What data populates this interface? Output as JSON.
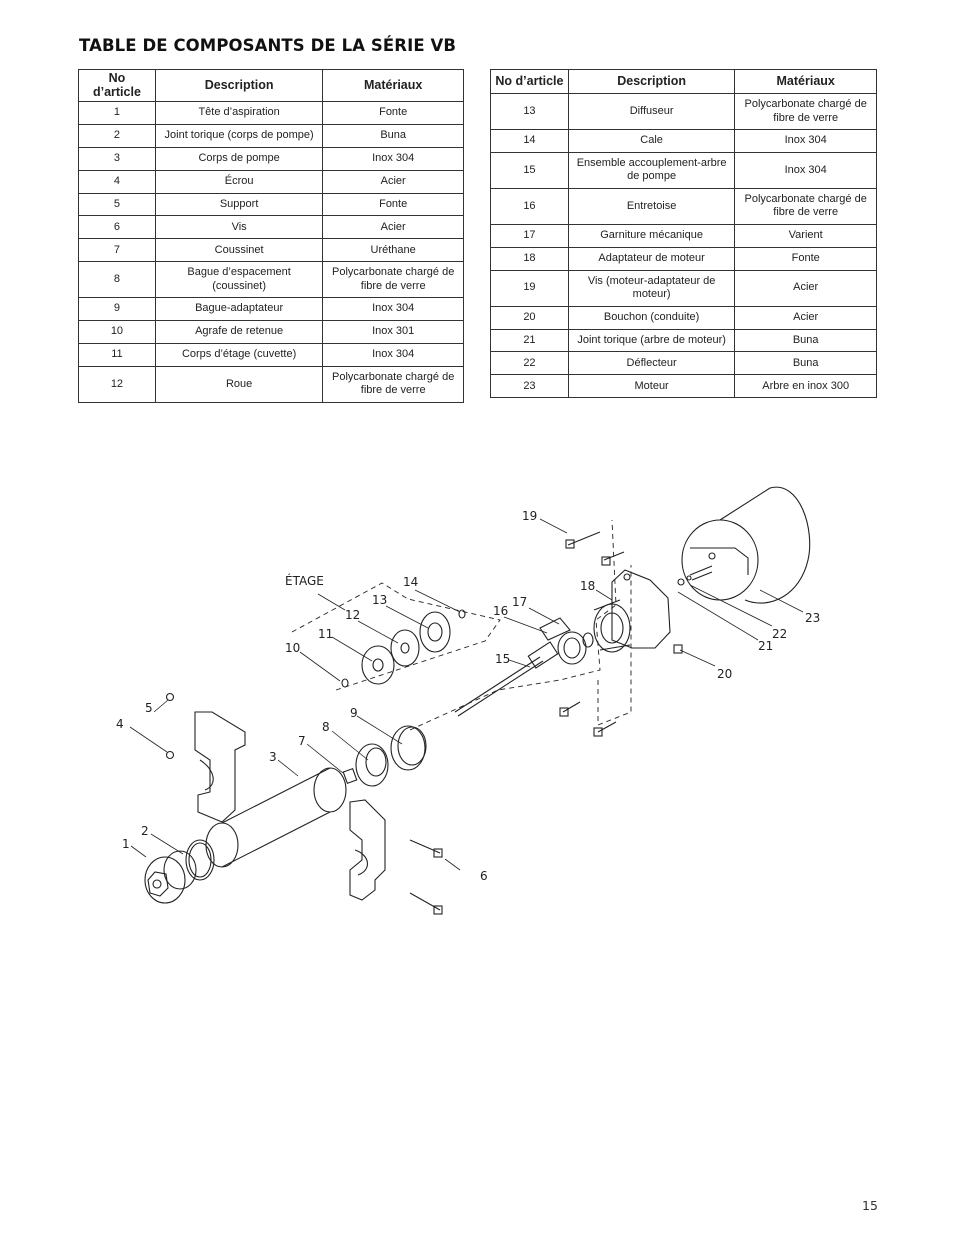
{
  "title": "TABLE DE COMPOSANTS DE LA SÉRIE VB",
  "table_headers": {
    "item": "No d’article",
    "description": "Description",
    "materials": "Matériaux"
  },
  "left_rows": [
    {
      "item": "1",
      "description": "Tête d’aspiration",
      "materials": "Fonte"
    },
    {
      "item": "2",
      "description": "Joint torique (corps de pompe)",
      "materials": "Buna"
    },
    {
      "item": "3",
      "description": "Corps de pompe",
      "materials": "Inox 304"
    },
    {
      "item": "4",
      "description": "Écrou",
      "materials": "Acier"
    },
    {
      "item": "5",
      "description": "Support",
      "materials": "Fonte"
    },
    {
      "item": "6",
      "description": "Vis",
      "materials": "Acier"
    },
    {
      "item": "7",
      "description": "Coussinet",
      "materials": "Uréthane"
    },
    {
      "item": "8",
      "description": "Bague d’espacement (coussinet)",
      "materials": "Polycarbonate chargé de fibre de verre"
    },
    {
      "item": "9",
      "description": "Bague-adaptateur",
      "materials": "Inox 304"
    },
    {
      "item": "10",
      "description": "Agrafe de retenue",
      "materials": "Inox 301"
    },
    {
      "item": "11",
      "description": "Corps d’étage (cuvette)",
      "materials": "Inox 304"
    },
    {
      "item": "12",
      "description": "Roue",
      "materials": "Polycarbonate chargé de fibre de verre"
    }
  ],
  "right_rows": [
    {
      "item": "13",
      "description": "Diffuseur",
      "materials": "Polycarbonate chargé de fibre de verre"
    },
    {
      "item": "14",
      "description": "Cale",
      "materials": "Inox 304"
    },
    {
      "item": "15",
      "description": "Ensemble accouplement-arbre de pompe",
      "materials": "Inox 304"
    },
    {
      "item": "16",
      "description": "Entretoise",
      "materials": "Polycarbonate chargé de fibre de verre"
    },
    {
      "item": "17",
      "description": "Garniture mécanique",
      "materials": "Varient"
    },
    {
      "item": "18",
      "description": "Adaptateur de moteur",
      "materials": "Fonte"
    },
    {
      "item": "19",
      "description": "Vis (moteur-adaptateur de moteur)",
      "materials": "Acier"
    },
    {
      "item": "20",
      "description": "Bouchon (conduite)",
      "materials": "Acier"
    },
    {
      "item": "21",
      "description": "Joint torique (arbre de moteur)",
      "materials": "Buna"
    },
    {
      "item": "22",
      "description": "Déflecteur",
      "materials": "Buna"
    },
    {
      "item": "23",
      "description": "Moteur",
      "materials": "Arbre en inox 300"
    }
  ],
  "diagram_callouts": {
    "c1": "1",
    "c2": "2",
    "c3": "3",
    "c4": "4",
    "c5": "5",
    "c6": "6",
    "c7": "7",
    "c8": "8",
    "c9": "9",
    "c10": "10",
    "c11": "11",
    "c12": "12",
    "c13": "13",
    "c14": "14",
    "c15": "15",
    "c16": "16",
    "c17": "17",
    "c18": "18",
    "c19": "19",
    "c20": "20",
    "c21": "21",
    "c22": "22",
    "c23": "23",
    "stage": "ÉTAGE"
  },
  "page_number": "15"
}
